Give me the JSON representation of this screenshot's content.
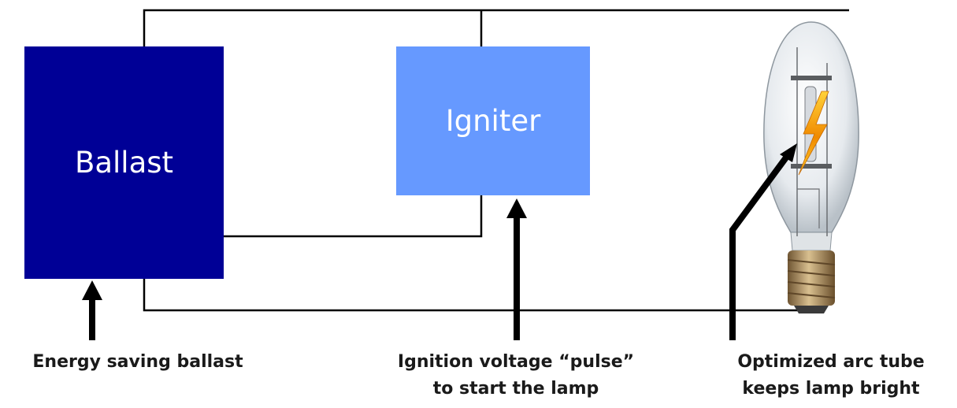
{
  "blocks": {
    "ballast": {
      "label": "Ballast",
      "color": "#000096"
    },
    "igniter": {
      "label": "Igniter",
      "color": "#6699FF"
    }
  },
  "captions": {
    "ballast": [
      "Energy saving ballast"
    ],
    "igniter": [
      "Ignition voltage “pulse”",
      "to start the lamp"
    ],
    "arc_tube": [
      "Optimized arc tube",
      "keeps lamp bright"
    ]
  },
  "lamp": {
    "icon": "metal-halide-lamp-icon",
    "spark_icon": "lightning-bolt-icon"
  },
  "colors": {
    "wire": "#000000",
    "arrow": "#000000",
    "lamp_glass": "#e8ecef",
    "lamp_base": "#a8875a",
    "spark": "#f2a300"
  }
}
